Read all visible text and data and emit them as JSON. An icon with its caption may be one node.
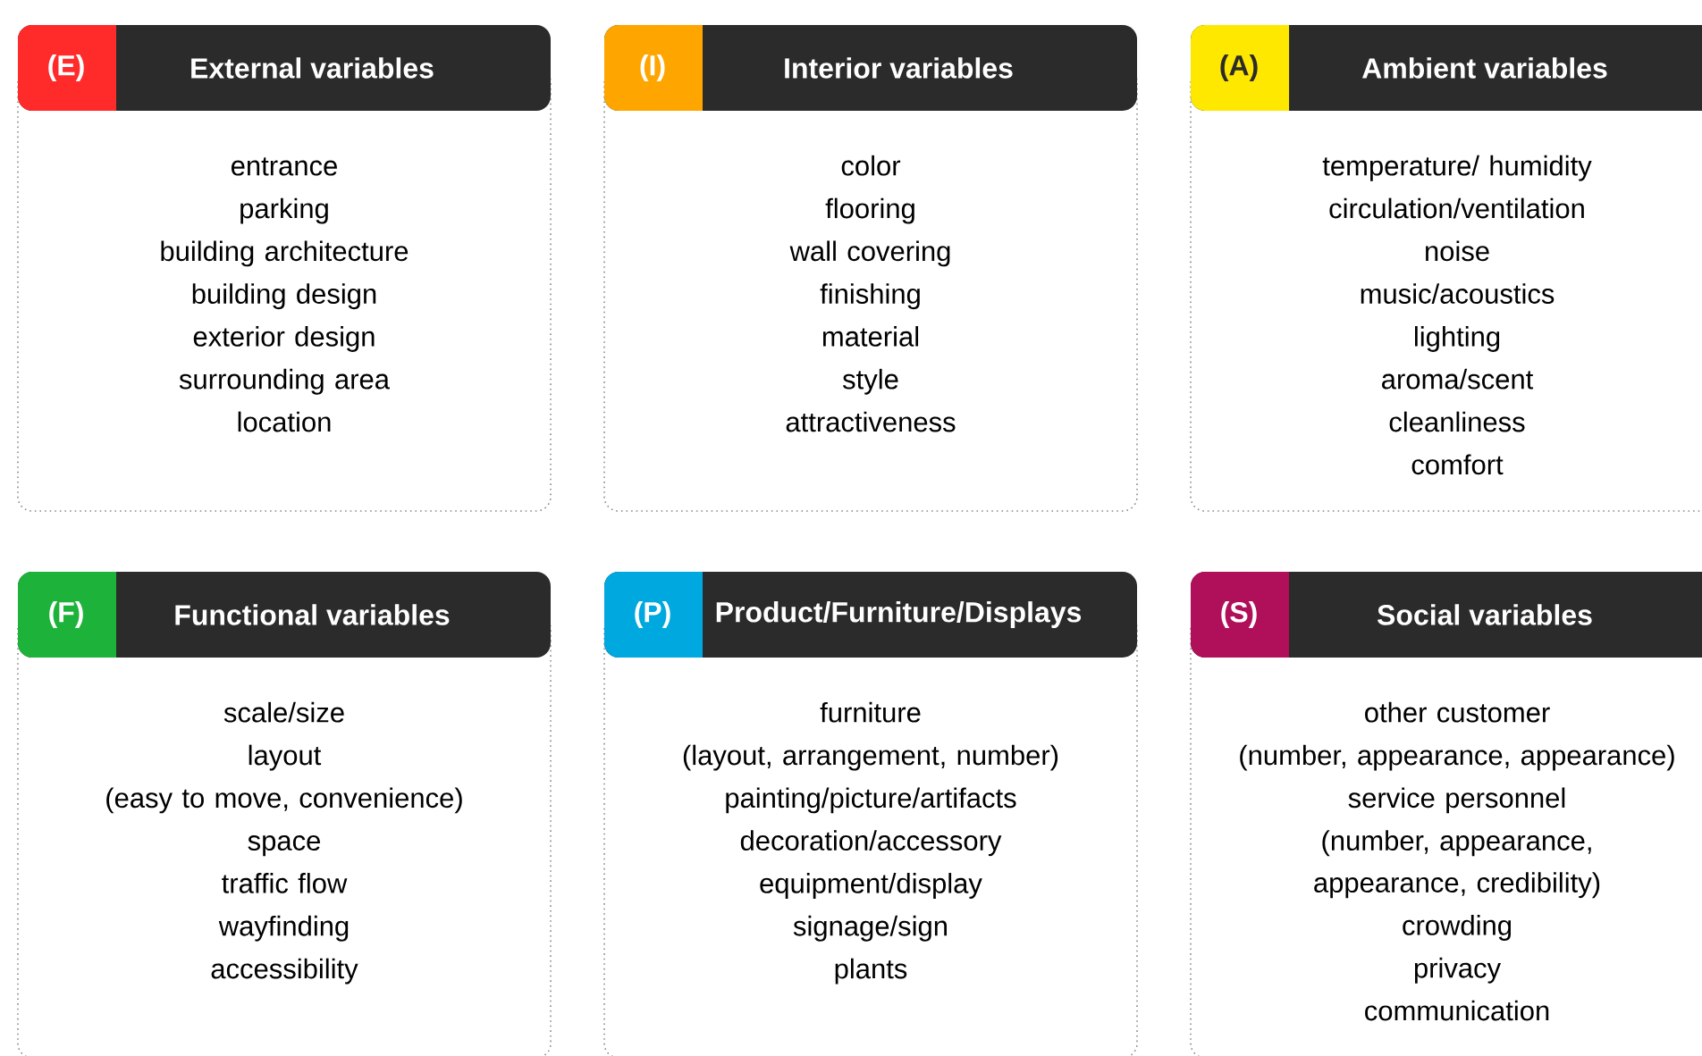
{
  "diagram": {
    "nodes": [
      {
        "text": [
          "(E)",
          "External variables",
          "entrance",
          "parking",
          "building architecture",
          "building design",
          "exterior design",
          "surrounding area",
          "location"
        ]
      },
      {
        "text": [
          "(I)",
          "Interior variables",
          "color",
          "flooring",
          "wall covering",
          "finishing",
          "material",
          "style",
          "attractiveness"
        ]
      },
      {
        "text": [
          "(A)",
          "Ambient variables",
          "temperature/ humidity",
          "circulation/ventilation",
          "noise",
          "music/acoustics",
          "lighting",
          "aroma/scent",
          "cleanliness",
          "comfort"
        ]
      },
      {
        "text": [
          "(F)",
          "Functional variables",
          "scale/size",
          "layout",
          "(easy to move, convenience)",
          "space",
          "traffic flow",
          "wayfinding",
          "accessibility"
        ]
      },
      {
        "text": [
          "(P)",
          "Product/Furniture/Displays",
          "furniture",
          "(layout, arrangement, number)",
          "painting/picture/artifacts",
          "decoration/accessory",
          "equipment/display",
          "signage/sign",
          "plants"
        ]
      },
      {
        "text": [
          "(S)",
          "Social variables",
          "other customer",
          "(number, appearance, appearance)",
          "service personnel",
          "(number, appearance, appearance, credibility)",
          "crowding",
          "privacy",
          "communication"
        ]
      }
    ]
  }
}
